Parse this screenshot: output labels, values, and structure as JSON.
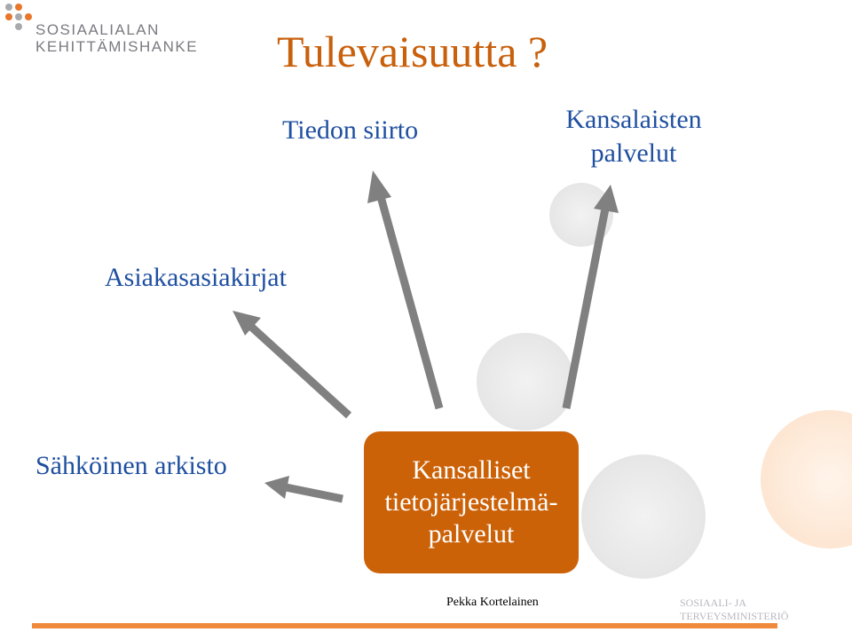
{
  "logo": {
    "line1": "SOSIAALIALAN",
    "line2": "KEHITTÄMISHANKE"
  },
  "slide": {
    "title": "Tulevaisuutta ?"
  },
  "diagram": {
    "center_lines": [
      "Kansalliset",
      "tietojärjestelmä-",
      "palvelut"
    ],
    "targets": {
      "tiedon_siirto": "Tiedon siirto",
      "kansalaisten_line1": "Kansalaisten",
      "kansalaisten_line2": "palvelut",
      "asiakasasiakirjat": "Asiakasasiakirjat",
      "sahkoinen_arkisto": "Sähköinen arkisto"
    },
    "colors": {
      "accent": "#cc6208",
      "label": "#1f4fa0",
      "arrow": "#808080",
      "title": "#c8600c"
    }
  },
  "footer": {
    "presenter": "Pekka Kortelainen",
    "ministry_line1": "SOSIAALI- JA",
    "ministry_line2": "TERVEYSMINISTERIÖ"
  }
}
